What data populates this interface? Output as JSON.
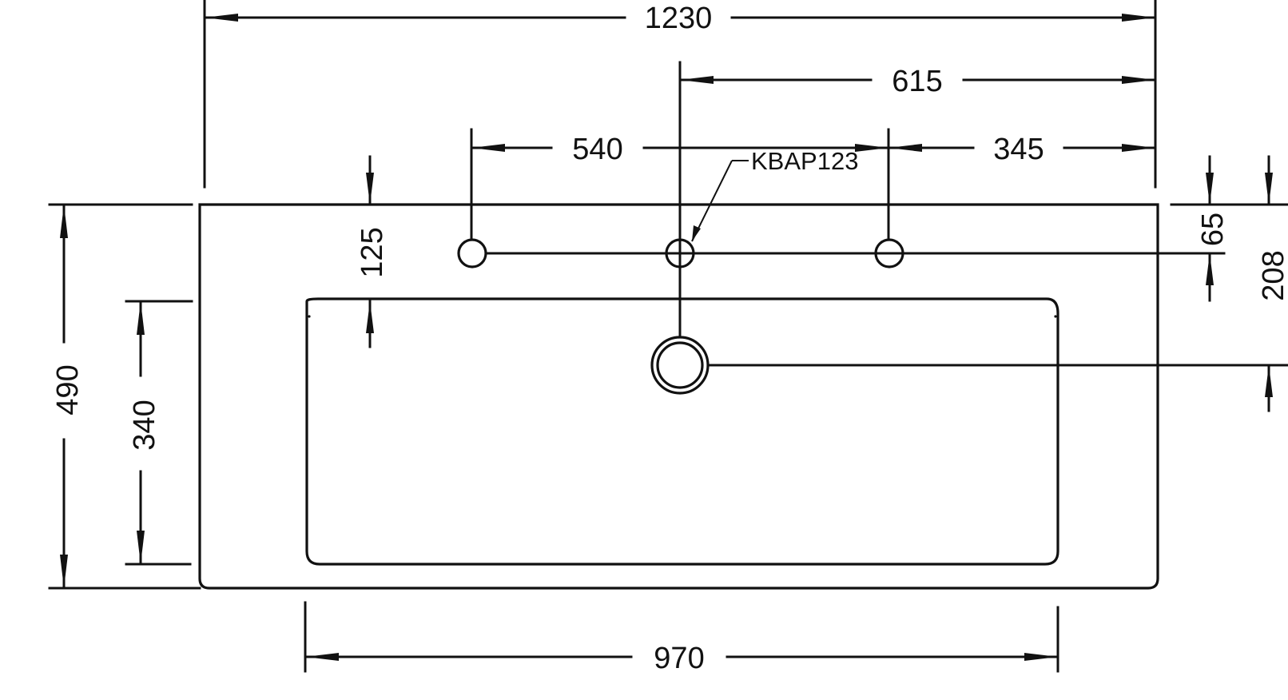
{
  "drawing": {
    "model_label": "KBAP123",
    "dimensions": {
      "overall_width": "1230",
      "center_to_right": "615",
      "left_hole_to_center_hole": "540",
      "right_hole_to_right_edge": "345",
      "back_edge_to_tap_holes": "125",
      "tap_holes_from_back_right": "65",
      "waste_from_back_right": "208",
      "overall_depth": "490",
      "basin_depth": "340",
      "basin_width": "970"
    }
  }
}
